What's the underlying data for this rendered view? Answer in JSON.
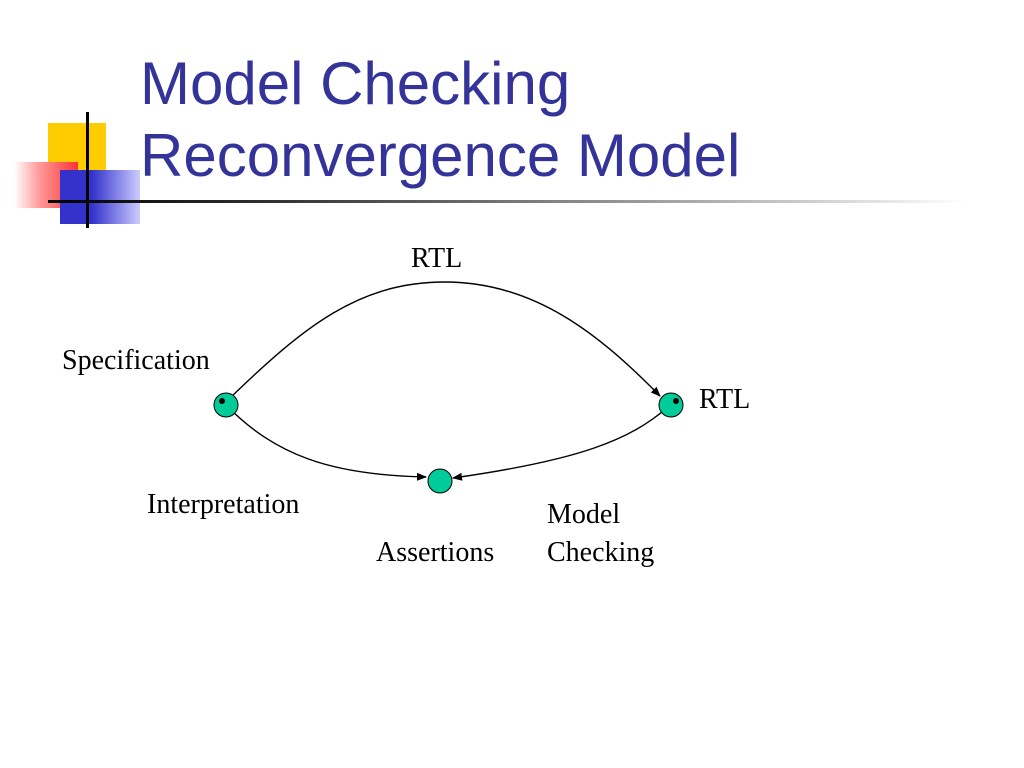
{
  "title": {
    "line1": "Model Checking",
    "line2": "Reconvergence Model"
  },
  "diagram": {
    "labels": {
      "rtl_top": "RTL",
      "specification": "Specification",
      "rtl_right": "RTL",
      "interpretation": "Interpretation",
      "assertions": "Assertions",
      "model_checking_line1": "Model",
      "model_checking_line2": "Checking"
    },
    "node_color": "#00cc99"
  },
  "colors": {
    "title": "#333399",
    "accent_yellow": "#ffcc00",
    "accent_red": "#ff3333",
    "accent_blue": "#3333cc"
  }
}
